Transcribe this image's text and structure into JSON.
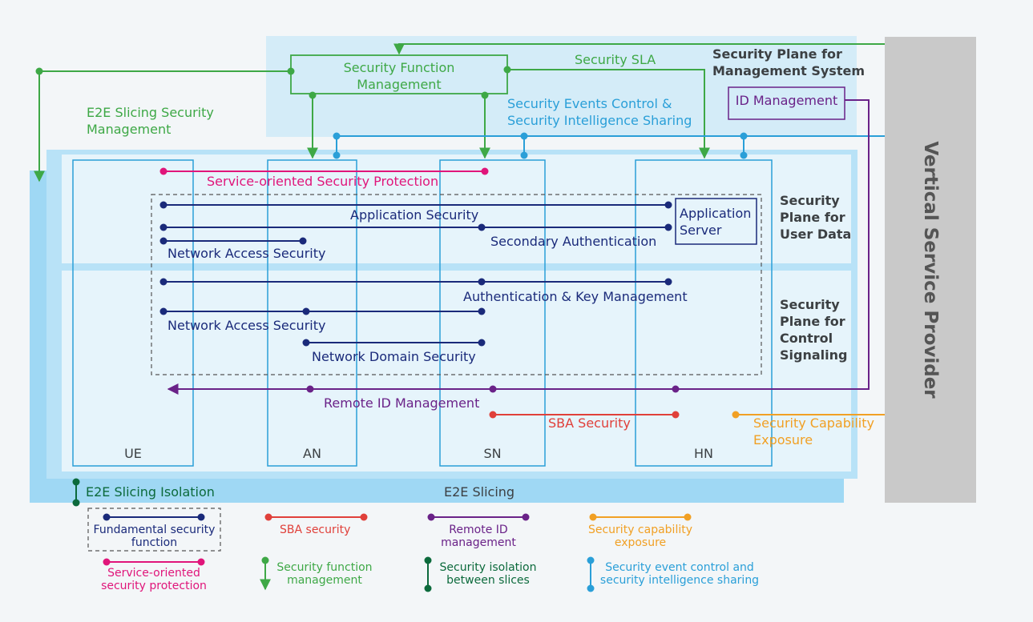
{
  "vertical_provider": "Vertical Service Provider",
  "mgmt_plane": "Security Plane for\nManagement System",
  "sfm_box": "Security Function\nManagement",
  "sla": "Security SLA",
  "id_mgmt": "ID Management",
  "e2e_mgmt": "E2E Slicing Security\nManagement",
  "events": "Security  Events Control &\nSecurity Intelligence Sharing",
  "service_oriented": "Service-oriented Security Protection",
  "app_security": "Application Security",
  "app_server": "Application\nServer",
  "secondary_auth": "Secondary Authentication",
  "nas_user": "Network Access Security",
  "user_plane": "Security\nPlane for\nUser Data",
  "akm": "Authentication & Key Management",
  "nas_ctrl": "Network Access Security",
  "nds": "Network Domain Security",
  "ctrl_plane": "Security\nPlane for\nControl\nSignaling",
  "remote_id": "Remote ID Management",
  "sba": "SBA Security",
  "capability": "Security Capability\nExposure",
  "entities": {
    "ue": "UE",
    "an": "AN",
    "sn": "SN",
    "hn": "HN"
  },
  "isolation": "E2E Slicing Isolation",
  "e2e_slicing": "E2E Slicing",
  "legend": {
    "fundamental": "Fundamental security\nfunction",
    "sba": "SBA security",
    "remote_id": "Remote ID\nmanagement",
    "capability": "Security capability\nexposure",
    "service_oriented": "Service-oriented\nsecurity protection",
    "sfm": "Security function\nmanagement",
    "isolation": "Security isolation\nbetween slices",
    "events": "Security event control and\nsecurity intelligence sharing"
  },
  "colors": {
    "green": "#3ea846",
    "blue": "#1a2a7a",
    "pink": "#e0157a",
    "purple": "#6a2288",
    "red": "#e0403a",
    "orange": "#f1a024",
    "cyan": "#2a9fd8",
    "dark_green": "#0c6a3c"
  }
}
